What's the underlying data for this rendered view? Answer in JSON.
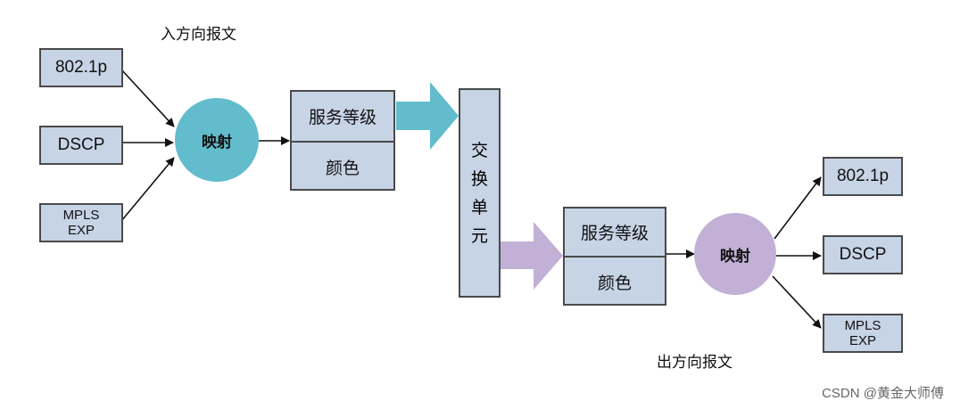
{
  "captions": {
    "ingress": "入方向报文",
    "egress": "出方向报文"
  },
  "ingress_inputs": [
    "802.1p",
    "DSCP",
    "MPLS\nEXP"
  ],
  "ingress_map": "映射",
  "ingress_qos": {
    "service_class": "服务等级",
    "color": "颜色"
  },
  "switch_unit": [
    "交",
    "换",
    "单",
    "元"
  ],
  "egress_qos": {
    "service_class": "服务等级",
    "color": "颜色"
  },
  "egress_map": "映射",
  "egress_outputs": [
    "802.1p",
    "DSCP",
    "MPLS\nEXP"
  ],
  "colors": {
    "box_fill": "#c6d4e6",
    "ingress_accent": "#62bccc",
    "egress_accent": "#c2b0d6"
  },
  "watermark": "CSDN @黄金大师傅"
}
